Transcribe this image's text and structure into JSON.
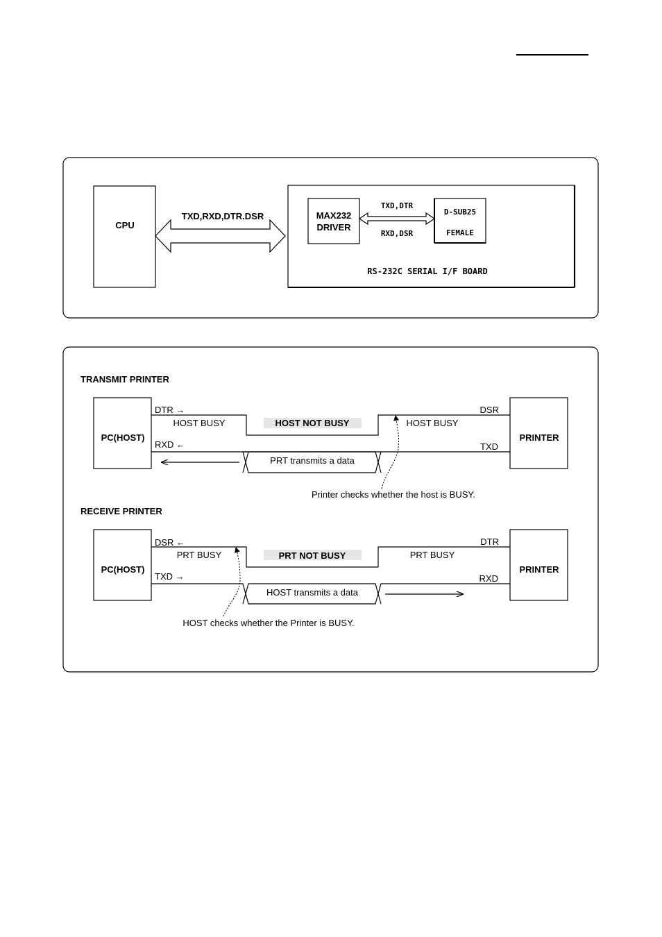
{
  "block_diagram": {
    "cpu": "CPU",
    "bus_label": "TXD,RXD,DTR.DSR",
    "driver": [
      "MAX232",
      "DRIVER"
    ],
    "top_signals": "TXD,DTR",
    "bottom_signals": "RXD,DSR",
    "connector": [
      "D-SUB25",
      "FEMALE"
    ],
    "board_label": "RS-232C SERIAL I/F BOARD"
  },
  "transmit": {
    "title": "TRANSMIT  PRINTER",
    "host": "PC(HOST)",
    "printer": "PRINTER",
    "dtr": "DTR →",
    "rxd": "RXD ←",
    "dsr": "DSR",
    "txd": "TXD",
    "busy_left": "HOST BUSY",
    "not_busy": "HOST NOT BUSY",
    "busy_right": "HOST BUSY",
    "data": "PRT transmits a data",
    "note": "Printer checks whether the host is BUSY."
  },
  "receive": {
    "title": "RECEIVE  PRINTER",
    "host": "PC(HOST)",
    "printer": "PRINTER",
    "dsr": "DSR ←",
    "txd": "TXD →",
    "dtr": "DTR",
    "rxd": "RXD",
    "busy_left": "PRT BUSY",
    "not_busy": "PRT NOT BUSY",
    "busy_right": "PRT BUSY",
    "data": "HOST transmits a data",
    "note": "HOST checks whether the Printer is BUSY."
  }
}
